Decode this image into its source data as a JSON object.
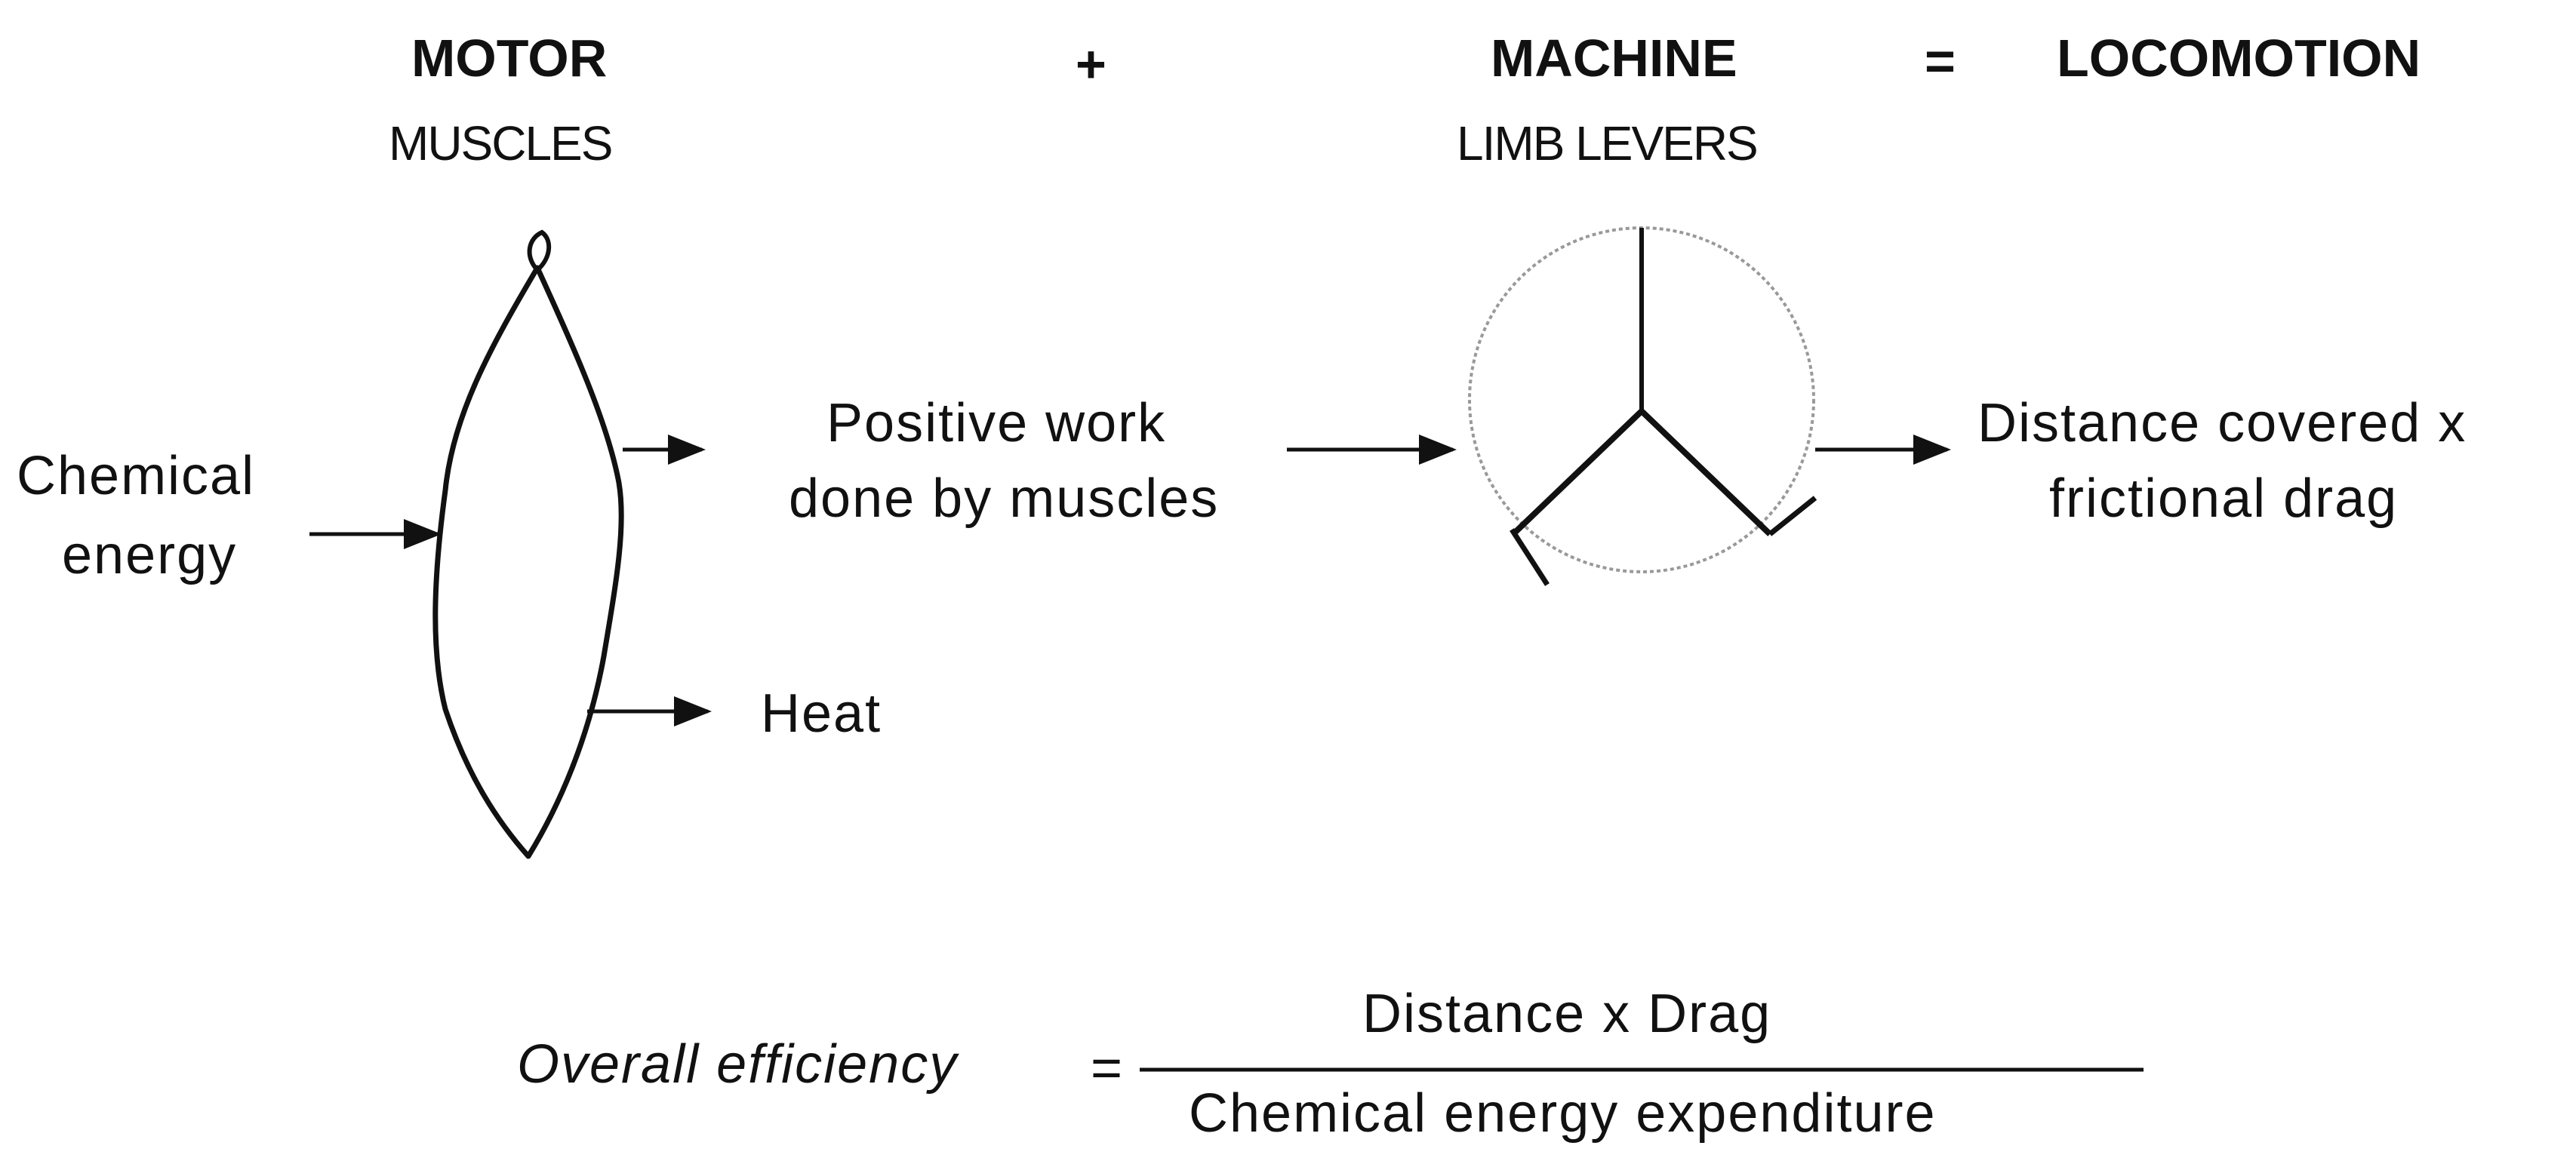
{
  "header": {
    "motor": "MOTOR",
    "motor_sub": "MUSCLES",
    "plus": "+",
    "machine": "MACHINE",
    "machine_sub": "LIMB LEVERS",
    "equals": "=",
    "locomotion": "LOCOMOTION"
  },
  "labels": {
    "chemical_line1": "Chemical",
    "chemical_line2": "energy",
    "positive_line1": "Positive  work",
    "positive_line2": "done by muscles",
    "heat": "Heat",
    "distance_line1": "Distance covered x",
    "distance_line2": "frictional  drag"
  },
  "equation": {
    "left": "Overall  efficiency",
    "equals": "=",
    "numerator": "Distance  x  Drag",
    "denominator": "Chemical  energy  expenditure"
  }
}
